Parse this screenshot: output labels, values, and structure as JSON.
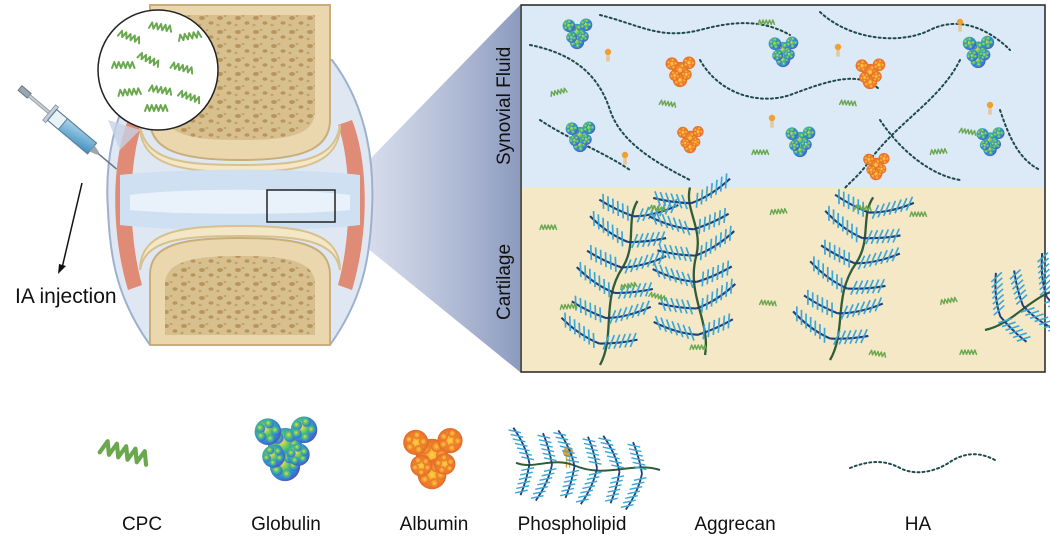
{
  "joint": {
    "injection_label": "IA injection"
  },
  "zoom_panel": {
    "synovial_label": "Synovial Fluid",
    "cartilage_label": "Cartilage"
  },
  "legend": {
    "items": [
      {
        "label": "CPC",
        "icon": "cpc-helix-icon"
      },
      {
        "label": "Globulin",
        "icon": "globulin-protein-icon"
      },
      {
        "label": "Albumin",
        "icon": "albumin-protein-icon"
      },
      {
        "label": "Phospholipid",
        "icon": "phospholipid-icon"
      },
      {
        "label": "Aggrecan",
        "icon": "aggrecan-icon"
      },
      {
        "label": "HA",
        "icon": "ha-chain-icon"
      }
    ]
  },
  "colors": {
    "synovial_bg": "#dce9f7",
    "cartilage_bg": "#f4e8c7",
    "cpc_green": "#6aa84f",
    "aggrecan_blue": "#3aa7d6",
    "aggrecan_core": "#1d3f7a",
    "aggrecan_stem": "#2f5d3a",
    "ha_dots": "#1e4a4a",
    "phospholipid_orange": "#f0a030",
    "bone": "#e7d3a8",
    "synovium_red": "#e07a5f"
  }
}
